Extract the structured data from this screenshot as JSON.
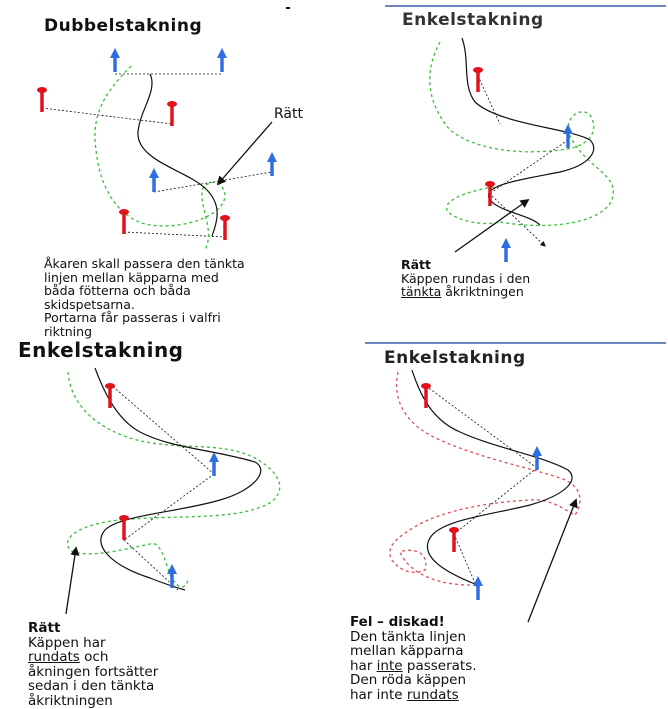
{
  "colors": {
    "red_gate": "#e0121b",
    "blue_gate": "#2f6de0",
    "green_line": "#3bbd3b",
    "red_line": "#e0505a",
    "ski_line": "#111111",
    "divider": "#3d5fa8"
  },
  "panels": [
    {
      "title": "Dubbelstakning",
      "label_ratt": "Rätt",
      "caption": [
        "Åkaren skall passera den tänkta",
        "linjen mellan käpparna med",
        "båda fötterna och båda",
        "skidspetsarna.",
        "Portarna får passeras i valfri",
        "riktning"
      ]
    },
    {
      "title": "Enkelstakning",
      "caption_title": "Rätt",
      "caption": [
        "Käppen rundas i den"
      ],
      "caption_line2_underlined": "tänkta",
      "caption_line2_rest": " åkriktningen"
    },
    {
      "title": "Enkelstakning",
      "caption_title": "Rätt",
      "caption_line1": "Käppen har",
      "caption_line2_underlined": "rundats",
      "caption_line2_rest": " och",
      "caption": [
        "åkningen fortsätter",
        "sedan i den tänkta",
        "åkriktningen"
      ]
    },
    {
      "title": "Enkelstakning",
      "caption_title": "Fel – diskad!",
      "caption": [
        "Den tänkta linjen",
        "mellan käpparna"
      ],
      "caption_line4_pre": "har ",
      "caption_line4_underlined": "inte",
      "caption_line4_rest": " passerats.",
      "caption_line5": "Den röda käppen",
      "caption_line6_pre": "har inte ",
      "caption_line6_underlined": "rundats"
    }
  ]
}
